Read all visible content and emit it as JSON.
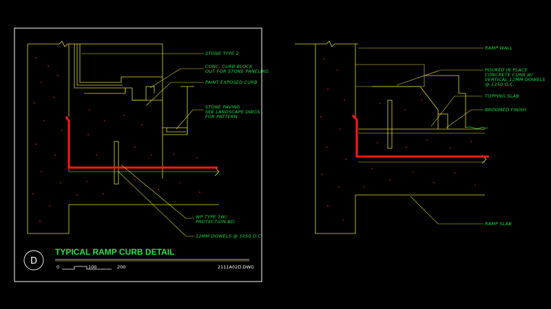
{
  "title_block": {
    "badge_letter": "D",
    "title": "TYPICAL RAMP CURB DETAIL",
    "scale_labels": [
      "0",
      "100",
      "200"
    ],
    "drawing_file": "2111A02D.DWG"
  },
  "left_detail": {
    "labels": {
      "stone_type": "STONE TYPE 2",
      "curb_block_1": "CONC. CURB BLOCK",
      "curb_block_2": "OUT FOR STONE PANELING",
      "paint_curb": "PAINT EXPOSED CURB",
      "paving_1": "STONE PAVING",
      "paving_2": "SEE LANDSCAPE DWGS",
      "paving_3": "FOR PATTERN",
      "wp_1": "WP TYPE 1W/",
      "wp_2": "PROTECTION BD.",
      "dowels": "12MM DOWELS @ 1250 O.C."
    }
  },
  "right_detail": {
    "labels": {
      "ramp_wall": "RAMP WALL",
      "poured_1": "POURED IN PLACE",
      "poured_2": "CONCRETE CURB W/",
      "poured_3": "VERTICAL 12MM DOWELS",
      "poured_4": "@ 1250 O.C.",
      "topping": "TOPPING SLAB",
      "broomed": "BROOMED FINISH",
      "ramp_slab": "RAMP SLAB"
    }
  },
  "colors": {
    "outline": "#e8e23a",
    "leader": "#e8e23a",
    "waterproofing": "#ff1a1a",
    "label_text": "#17e04a",
    "title_text": "#2fe24a",
    "hatch_dots": "#d81414",
    "grid_white": "#ffffff"
  }
}
